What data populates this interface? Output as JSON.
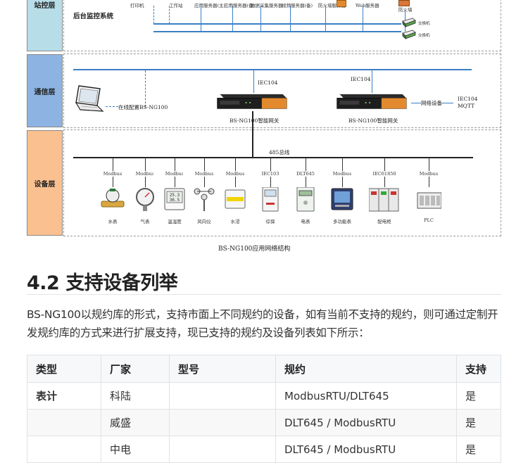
{
  "diagram": {
    "layers": {
      "station": "站控层",
      "comm": "通信层",
      "device": "设备层"
    },
    "station_title": "后台监控系统",
    "station_top_labels": [
      "打印机",
      "工作站",
      "应用服务器(主)",
      "应用服务器(备)",
      "数据采集服务器",
      "视频服务器(备)",
      "防火墙服务器",
      "Web服务器",
      "防火墙"
    ],
    "switch_labels": [
      "交换机",
      "交换机"
    ],
    "laptop_label": "在线配置BS-NG100",
    "gateway_protocol_1": "IEC104",
    "gateway_protocol_2": "IEC104",
    "gateway_name_1": "BS-NG100智能网关",
    "gateway_name_2": "BS-NG100智能网关",
    "cloud_device_label": "网络设备",
    "cloud_protocols": "IEC104\nMQTT",
    "bus_label": "485总线",
    "devices": [
      {
        "protocol": "Modbus",
        "name": "水表",
        "icon": "water-meter-icon"
      },
      {
        "protocol": "Modbus",
        "name": "气表",
        "icon": "gas-meter-icon"
      },
      {
        "protocol": "Modbus",
        "name": "温湿度",
        "icon": "thermo-hygrometer-icon"
      },
      {
        "protocol": "Modbus",
        "name": "风向仪",
        "icon": "wind-vane-icon"
      },
      {
        "protocol": "Modbus",
        "name": "水浸",
        "icon": "water-leak-sensor-icon"
      },
      {
        "protocol": "IEC103",
        "name": "综保",
        "icon": "protection-relay-icon"
      },
      {
        "protocol": "DLT645",
        "name": "电表",
        "icon": "electric-meter-icon"
      },
      {
        "protocol": "Modbus",
        "name": "多功能表",
        "icon": "multifunction-meter-icon"
      },
      {
        "protocol": "IEC61850",
        "name": "配电柜",
        "icon": "switchgear-cabinet-icon"
      },
      {
        "protocol": "Modbus",
        "name": "PLC",
        "icon": "plc-icon"
      }
    ],
    "caption": "BS-NG100应用网络结构"
  },
  "section": {
    "heading": "4.2 支持设备列举",
    "paragraph": "BS-NG100以规约库的形式，支持市面上不同规约的设备，如有当前不支持的规约，则可通过定制开发规约库的方式来进行扩展支持，现已支持的规约及设备列表如下所示："
  },
  "table": {
    "headers": [
      "类型",
      "厂家",
      "型号",
      "规约",
      "支持"
    ],
    "rows": [
      {
        "type": "表计",
        "vendor": "科陆",
        "model": "",
        "protocol": "ModbusRTU/DLT645",
        "support": "是"
      },
      {
        "type": "",
        "vendor": "威盛",
        "model": "",
        "protocol": "DLT645 / ModbusRTU",
        "support": "是"
      },
      {
        "type": "",
        "vendor": "中电",
        "model": "",
        "protocol": "DLT645 / ModbusRTU",
        "support": "是"
      }
    ]
  },
  "colors": {
    "station_layer": "#b7dde8",
    "comm_layer": "#8db3e2",
    "device_layer": "#fac090",
    "bus_blue": "#3a7fc4",
    "gateway_orange": "#e38a2e"
  }
}
